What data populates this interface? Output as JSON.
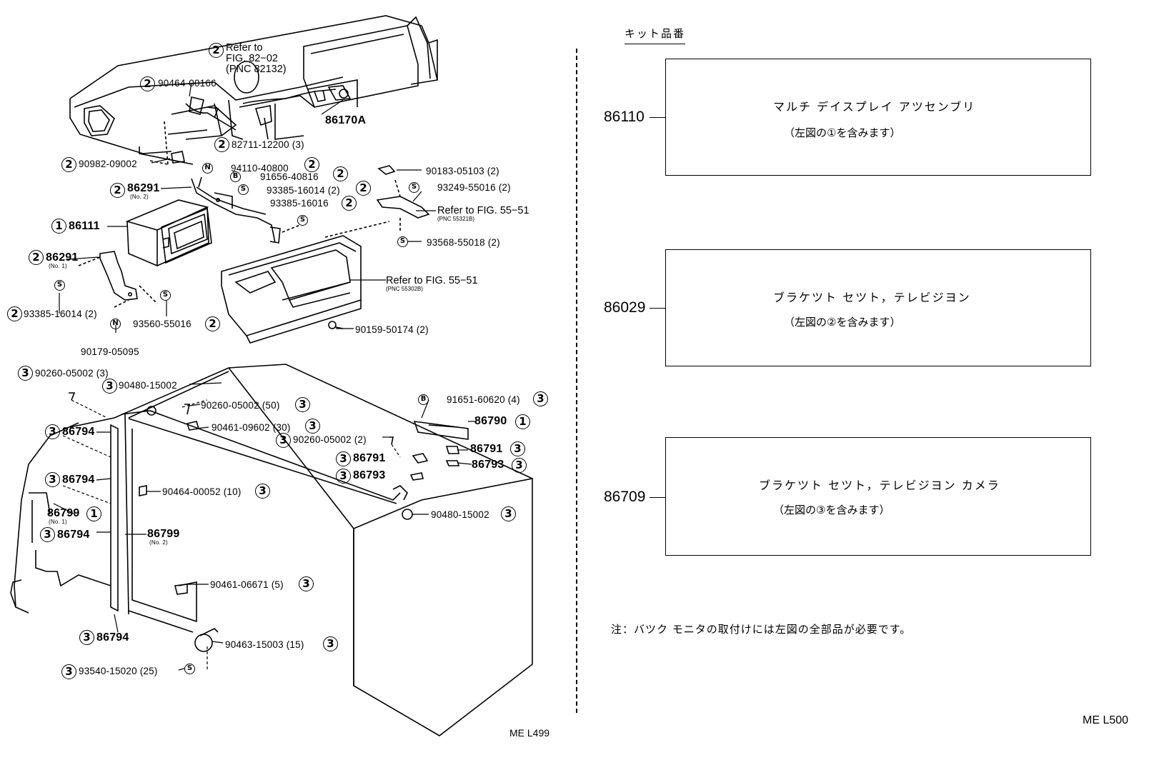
{
  "diagram": {
    "refs": {
      "fig82": {
        "line1": "Refer to",
        "line2": "FIG. 82−02",
        "line3": "(PNC 82132)"
      },
      "fig5551a": {
        "text": "Refer to FIG. 55−51",
        "sub": "(PNC 55321B)"
      },
      "fig5551b": {
        "text": "Refer to FIG. 55−51",
        "sub": "(PNC 55302B)"
      }
    },
    "labels": {
      "p90464_00166": "90464-00166",
      "p86170A": "86170A",
      "p82711": "82711-12200 (3)",
      "p90982": "90982-09002",
      "p94110": "94110-40800",
      "p91656": "91656-40816",
      "p86291_2": "86291",
      "p86291_2_sub": "(No. 2)",
      "p93385_a": "93385-16014 (2)",
      "p93385_b": "93385-16016",
      "p86111": "86111",
      "p86291_1": "86291",
      "p86291_1_sub": "(No. 1)",
      "p93385_c": "93385-16014 (2)",
      "p93560": "93560-55016",
      "p90179": "90179-05095",
      "p90183": "90183-05103 (2)",
      "p93249": "93249-55016 (2)",
      "p93568": "93568-55018 (2)",
      "p90159": "90159-50174 (2)",
      "p90260_a": "90260-05002 (3)",
      "p90480_a": "90480-15002",
      "p90260_b": "90260-05002 (50)",
      "p90461_a": "90461-09602 (30)",
      "p90260_c": "90260-05002 (2)",
      "p91651": "91651-60620 (4)",
      "p86790": "86790",
      "p86791_a": "86791",
      "p86791_b": "86791",
      "p86793_a": "86793",
      "p86793_b": "86793",
      "p86794_a": "86794",
      "p86794_b": "86794",
      "p86794_c": "86794",
      "p86794_d": "86794",
      "p86799_1": "86799",
      "p86799_1_sub": "(No. 1)",
      "p86799_2": "86799",
      "p86799_2_sub": "(No. 2)",
      "p90464_00052": "90464-00052 (10)",
      "p90480_b": "90480-15002",
      "p90461_b": "90461-06671 (5)",
      "p90463": "90463-15003 (15)",
      "p93540": "93540-15020 (25)"
    },
    "markers": {
      "one": "1",
      "two": "2",
      "three": "3",
      "N": "N",
      "B": "B",
      "S": "S"
    },
    "drawing_code": "ME L499"
  },
  "kit": {
    "title": "キット品番",
    "items": [
      {
        "number": "86110",
        "name": "マルチ デイスプレイ アツセンブリ",
        "note": "（左図の①を含みます）"
      },
      {
        "number": "86029",
        "name": "ブラケツト セツト，テレビジヨン",
        "note": "（左図の②を含みます）"
      },
      {
        "number": "86709",
        "name": "ブラケツト セツト，テレビジヨン カメラ",
        "note": "（左図の③を含みます）"
      }
    ],
    "footnote": "注：バツク モニタの取付けには左図の全部品が必要です。",
    "drawing_code": "ME L500"
  }
}
